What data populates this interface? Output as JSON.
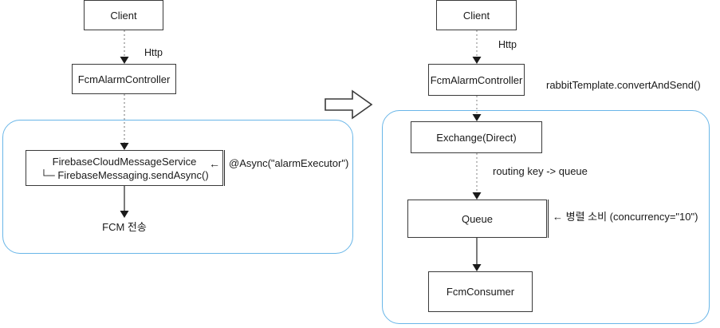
{
  "diagram": {
    "title_hidden": "",
    "accent_group_color": "#69b6e8",
    "node_border_color": "#3a3a3a",
    "edge_dotted_color": "#9a9a9a",
    "edge_solid_color": "#5a5a5a",
    "transition_arrow": "block-arrow-right"
  },
  "left": {
    "nodes": {
      "client": "Client",
      "controller": "FcmAlarmController",
      "service_line1": "FirebaseCloudMessageService",
      "service_line2": "└─ FirebaseMessaging.sendAsync()"
    },
    "edge_labels": {
      "http": "Http",
      "fcm_send": "FCM 전송"
    },
    "annotations": {
      "async_arrow": "←",
      "async_text": "@Async(\"alarmExecutor\")"
    }
  },
  "right": {
    "nodes": {
      "client": "Client",
      "controller": "FcmAlarmController",
      "exchange": "Exchange(Direct)",
      "queue": "Queue",
      "consumer": "FcmConsumer"
    },
    "edge_labels": {
      "http": "Http",
      "routing": "routing key -> queue"
    },
    "annotations": {
      "rabbit_template": "rabbitTemplate.convertAndSend()",
      "concurrency_text": "← 병렬 소비 (concurrency=\"10\")"
    }
  }
}
